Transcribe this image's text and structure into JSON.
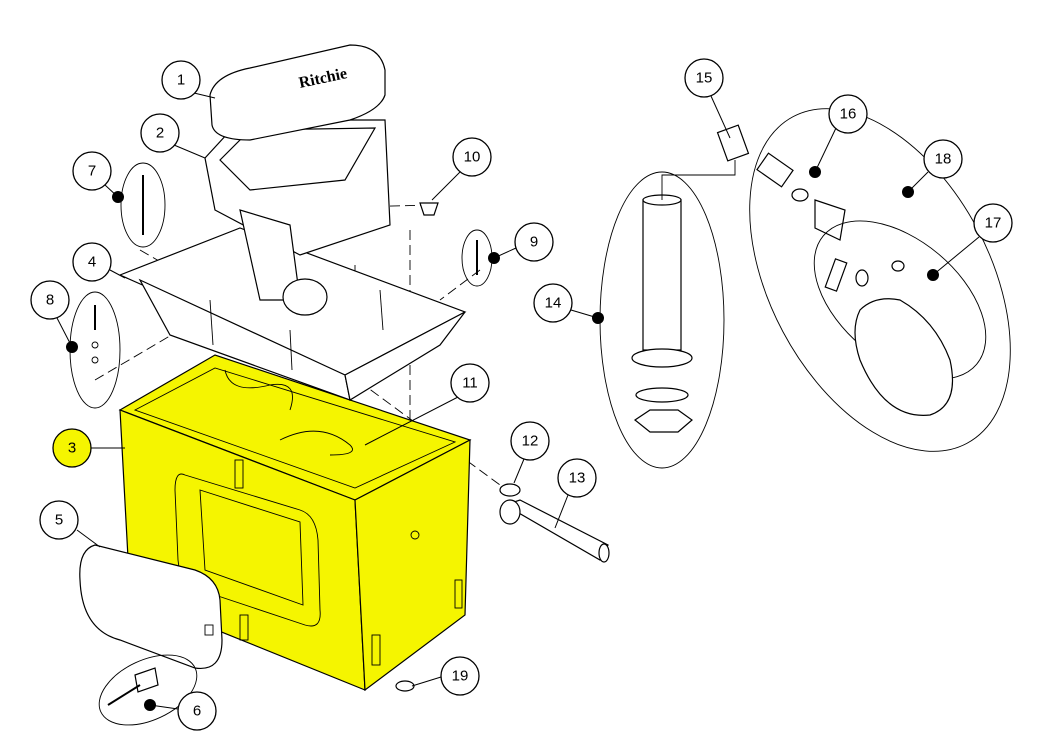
{
  "diagram": {
    "highlight_color": "#f5f500",
    "brand_logo_text": "Ritchie",
    "callouts": [
      {
        "id": "1",
        "label": "1"
      },
      {
        "id": "2",
        "label": "2"
      },
      {
        "id": "3",
        "label": "3",
        "highlighted": true
      },
      {
        "id": "4",
        "label": "4"
      },
      {
        "id": "5",
        "label": "5"
      },
      {
        "id": "6",
        "label": "6"
      },
      {
        "id": "7",
        "label": "7"
      },
      {
        "id": "8",
        "label": "8"
      },
      {
        "id": "9",
        "label": "9"
      },
      {
        "id": "10",
        "label": "10"
      },
      {
        "id": "11",
        "label": "11"
      },
      {
        "id": "12",
        "label": "12"
      },
      {
        "id": "13",
        "label": "13"
      },
      {
        "id": "14",
        "label": "14"
      },
      {
        "id": "15",
        "label": "15"
      },
      {
        "id": "16",
        "label": "16"
      },
      {
        "id": "17",
        "label": "17"
      },
      {
        "id": "18",
        "label": "18"
      },
      {
        "id": "19",
        "label": "19"
      }
    ]
  }
}
